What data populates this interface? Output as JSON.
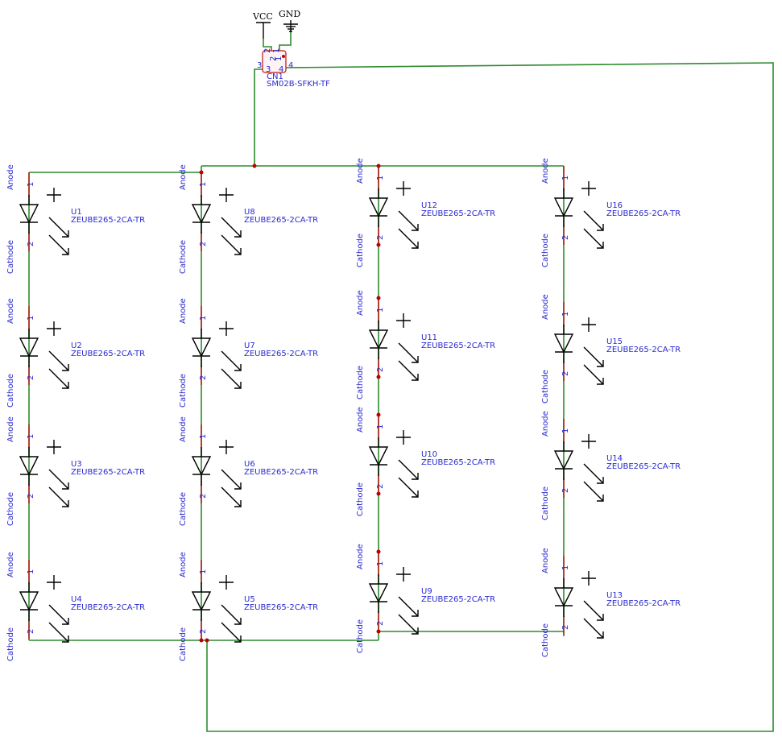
{
  "power": {
    "vcc": "VCC",
    "gnd": "GND"
  },
  "connector": {
    "ref": "CN1",
    "value": "SM02B-SFKH-TF",
    "pins": [
      "1",
      "2",
      "3",
      "4"
    ]
  },
  "led_value": "ZEUBE265-2CA-TR",
  "anode_label": "Anode",
  "cathode_label": "Cathode",
  "pin1": "1",
  "pin2": "2",
  "leds": [
    {
      "ref": "U1"
    },
    {
      "ref": "U2"
    },
    {
      "ref": "U3"
    },
    {
      "ref": "U4"
    },
    {
      "ref": "U8"
    },
    {
      "ref": "U7"
    },
    {
      "ref": "U6"
    },
    {
      "ref": "U5"
    },
    {
      "ref": "U12"
    },
    {
      "ref": "U11"
    },
    {
      "ref": "U10"
    },
    {
      "ref": "U9"
    },
    {
      "ref": "U16"
    },
    {
      "ref": "U15"
    },
    {
      "ref": "U14"
    },
    {
      "ref": "U13"
    }
  ],
  "colors": {
    "wire": "#2e8b2e",
    "junction": "#c00000",
    "label": "#2a2ad0"
  }
}
